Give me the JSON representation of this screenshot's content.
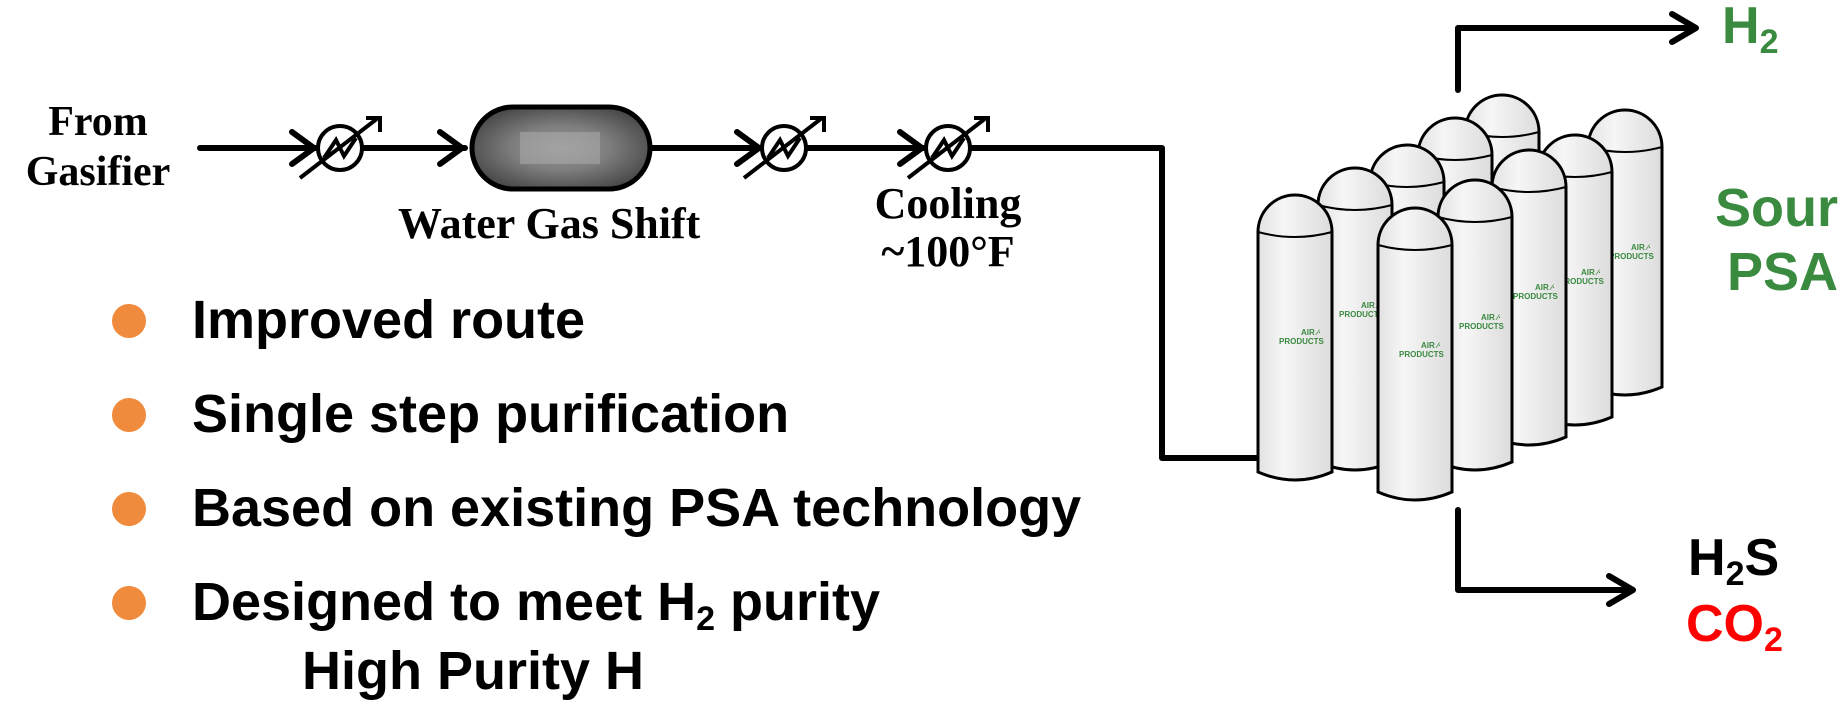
{
  "process": {
    "source_line1": "From",
    "source_line2": "Gasifier",
    "reactor_label": "Water Gas Shift",
    "cooling_line1": "Cooling",
    "cooling_line2": "~100°F",
    "unit_line1": "Sour",
    "unit_line2": "PSA",
    "vessel_logo_line1": "AIR",
    "vessel_logo_line2": "PRODUCTS"
  },
  "outputs": {
    "product_base": "H",
    "product_sub": "2",
    "tail1_base": "H",
    "tail1_sub": "2",
    "tail1_suffix": "S",
    "tail2_base": "CO",
    "tail2_sub": "2"
  },
  "bullets": [
    {
      "text": "Improved route"
    },
    {
      "text": "Single step purification"
    },
    {
      "text": "Based on existing PSA technology"
    },
    {
      "text_before": "Designed to meet H",
      "sub": "2",
      "text_after": " purity"
    }
  ],
  "subline": "High Purity H",
  "colors": {
    "green": "#3a8a3f",
    "red": "#ff0000",
    "bullet_orange": "#f08a3c",
    "vessel_fill": "#efefef"
  }
}
